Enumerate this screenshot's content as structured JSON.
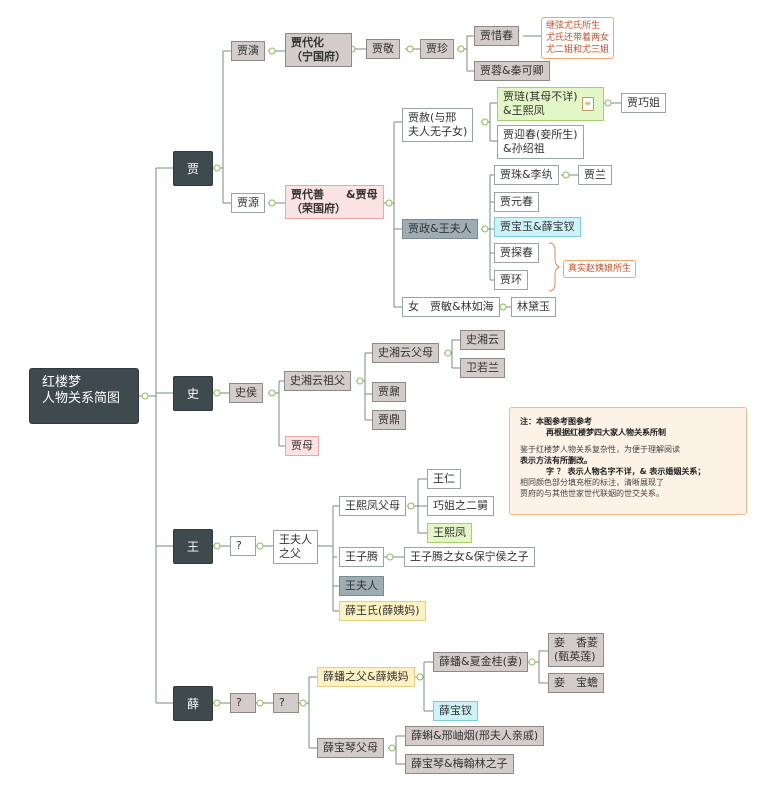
{
  "root": "红楼梦\n人物关系简图",
  "surnames": {
    "jia": "贾",
    "shi": "史",
    "wang": "王",
    "xue": "薛"
  },
  "jia": {
    "yan": "贾演",
    "daihua": "贾代化\n（宁国府）",
    "jing": "贾敬",
    "zhen": "贾珍",
    "xichun": "贾惜春",
    "rong": "贾蓉&秦可卿",
    "note_youshi": "继弦尤氏所生\n尤氏还带着两女\n尤二姐和尤三姐",
    "yuan": "贾源",
    "daishan": "贾代善　　&贾母\n（荣国府）",
    "she": "贾赦(与邢\n夫人无子女)",
    "lian": "贾琏(其母不详)\n&王熙凤",
    "memo_icon": "note-icon",
    "qiaojie": "贾巧姐",
    "yingchun": "贾迎春(妾所生)\n&孙绍祖",
    "zheng": "贾政&王夫人",
    "zhu": "贾珠&李纨",
    "lan": "贾兰",
    "yuanchun": "贾元春",
    "baoyu": "贾宝玉&薛宝钗",
    "tanchun": "贾探春",
    "huan": "贾环",
    "note_zhao": "真实赵姨娘所生",
    "min": "女　贾敏&林如海",
    "daiyu": "林黛玉"
  },
  "shi": {
    "hou": "史侯",
    "grandfather": "史湘云祖父",
    "parents": "史湘云父母",
    "xiangyun": "史湘云",
    "ruolan": "卫若兰",
    "ding": "贾鼐",
    "nai": "贾鼎",
    "jiamu": "贾母"
  },
  "wang": {
    "unknown": "?",
    "father": "王夫人\n之父",
    "xifeng_parents": "王熙凤父母",
    "ren": "王仁",
    "qiaojie_uncle": "巧姐之二舅",
    "xifeng": "王熙凤",
    "ziteng": "王子腾",
    "ziteng_daughter": "王子腾之女&保宁侯之子",
    "furen": "王夫人",
    "xueyima": "薛王氏(薛姨妈)"
  },
  "xue": {
    "unknown1": "?",
    "unknown2": "?",
    "pan_parents": "薛蟠之父&薛姨妈",
    "pan": "薛蟠&夏金桂(妻)",
    "xiangling": "妾　香菱\n(甄英莲)",
    "baochan": "妾　宝蟾",
    "baochai": "薛宝钗",
    "baoqin_parents": "薛宝琴父母",
    "ke": "薛蝌&邢岫烟(邢夫人亲戚)",
    "baoqin": "薛宝琴&梅翰林之子"
  },
  "memo": [
    "注：本图参考图参考",
    "再根据红楼梦四大家人物关系所制",
    "鉴于红楼梦人物关系复杂性，为便于理解阅读",
    "表示方法有所删改。",
    "字  ？ 表示人物名字不详，& 表示婚姻关系；",
    "相同颜色部分填充框的标注，清晰展现了",
    "贾府的与其他世家世代联姻的世交关系。"
  ]
}
